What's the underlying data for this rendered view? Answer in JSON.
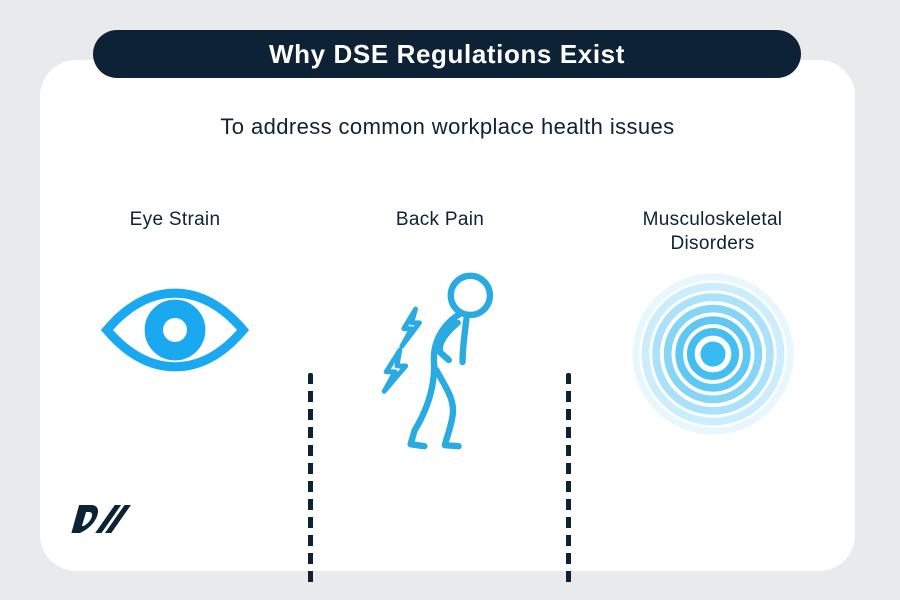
{
  "header": {
    "title": "Why DSE Regulations Exist"
  },
  "subtitle": "To address common workplace health issues",
  "columns": [
    {
      "label": "Eye Strain",
      "icon": "eye-icon"
    },
    {
      "label": "Back Pain",
      "icon": "back-pain-icon"
    },
    {
      "label": "Musculoskeletal Disorders",
      "icon": "radiating-pain-icon"
    }
  ],
  "logo": {
    "monogram": "DW"
  },
  "colors": {
    "page_background": "#e9eaec",
    "card_background": "#ffffff",
    "navy": "#0d2235",
    "header_text": "#ffffff",
    "eye_blue": "#1aa9f0",
    "person_blue": "#29abe2",
    "ripple_blue": "#3abbf0"
  }
}
